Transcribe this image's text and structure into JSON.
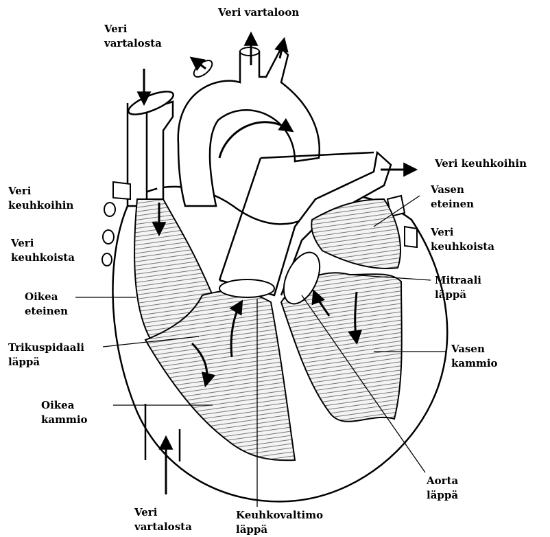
{
  "labels": {
    "veri_vartaloon": "Veri vartaloon",
    "veri_vartalosta_top": [
      "Veri",
      "vartalosta"
    ],
    "veri_keuhkoihin_left": [
      "Veri",
      "keuhkoihin"
    ],
    "veri_keuhkoista_left": [
      "Veri",
      "keuhkoista"
    ],
    "oikea_eteinen": [
      "Oikea",
      "eteinen"
    ],
    "trikuspidaali_lappa": [
      "Trikuspidaali",
      "läppä"
    ],
    "oikea_kammio": [
      "Oikea",
      "kammio"
    ],
    "veri_vartalosta_bottom": [
      "Veri",
      "vartalosta"
    ],
    "keuhkovaltimo_lappa": [
      "Keuhkovaltimo",
      "läppä"
    ],
    "veri_keuhkoihin_right": "Veri keuhkoihin",
    "vasen_eteinen": [
      "Vasen",
      "eteinen"
    ],
    "veri_keuhkoista_right": [
      "Veri",
      "keuhkoista"
    ],
    "mitraali_lappa": [
      "Mitraali",
      "läppä"
    ],
    "vasen_kammio": [
      "Vasen",
      "kammio"
    ],
    "aorta_lappa": [
      "Aorta",
      "läppä"
    ]
  },
  "colors": {
    "line": "#000000",
    "fill": "#ffffff",
    "chamber_fill": "#eeeeee"
  }
}
